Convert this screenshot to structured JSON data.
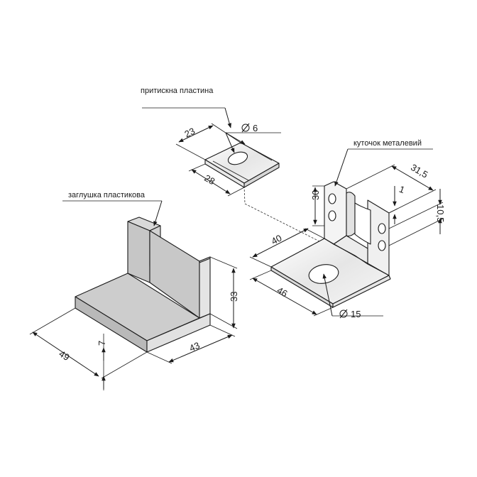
{
  "labels": {
    "plate": "притискна пластина",
    "bracket": "куточок металевий",
    "plug": "заглушка пластикова"
  },
  "dims": {
    "plate_w": "23",
    "plate_l": "28",
    "plate_hole": "6",
    "br_h": "30",
    "br_w": "40",
    "br_l": "46",
    "br_top": "31,5",
    "br_t": "1",
    "br_s": "10,5",
    "br_hole": "15",
    "plug_l": "43",
    "plug_w": "49",
    "plug_h": "33",
    "plug_t": "7"
  },
  "colors": {
    "line": "#1a1a1a",
    "plug_top": "#cfcfcf",
    "plug_front": "#bdbdbd",
    "plug_side": "#e3e3e3",
    "metal": "#f2f2f2"
  }
}
